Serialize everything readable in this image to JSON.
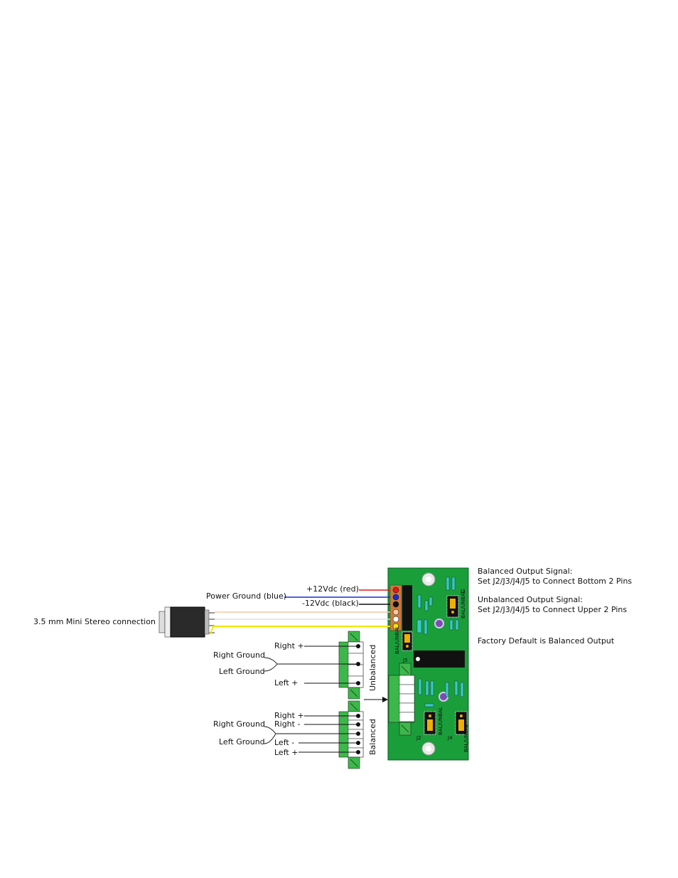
{
  "power": {
    "plus12": "+12Vdc (red)",
    "ground": "Power Ground (blue)",
    "minus12": "-12Vdc (black)"
  },
  "input": {
    "jack": "3.5 mm Mini Stereo connection"
  },
  "unbalanced": {
    "title": "Unbalanced",
    "right_plus": "Right +",
    "right_ground": "Right Ground",
    "left_ground": "Left Ground",
    "left_plus": "Left +"
  },
  "balanced": {
    "title": "Balanced",
    "right_plus": "Right +",
    "right_ground": "Right Ground",
    "right_minus": "Right -",
    "left_ground": "Left Ground",
    "left_minus": "Left -",
    "left_plus": "Left +"
  },
  "notes": {
    "balanced_title": "Balanced Output Signal:",
    "balanced_desc": "Set J2/J3/J4/J5 to Connect Bottom 2 Pins",
    "unbalanced_title": "Unbalanced Output Signal:",
    "unbalanced_desc": "Set J2/J3/J4/J5 to Connect Upper 2 Pins",
    "default": "Factory Default is Balanced Output"
  },
  "board": {
    "j2": "J2",
    "j3": "J3",
    "j4": "J4",
    "j5": "J5",
    "bal_unbal": "BAL/UNBAL"
  },
  "colors": {
    "pcb": "#1a9e3a",
    "terminal": "#3cb84a",
    "red_wire": "#e21a1a",
    "blue_wire": "#1a2bd6",
    "yellow_wire": "#f2e600",
    "peach_wire": "#f5c9a0"
  }
}
